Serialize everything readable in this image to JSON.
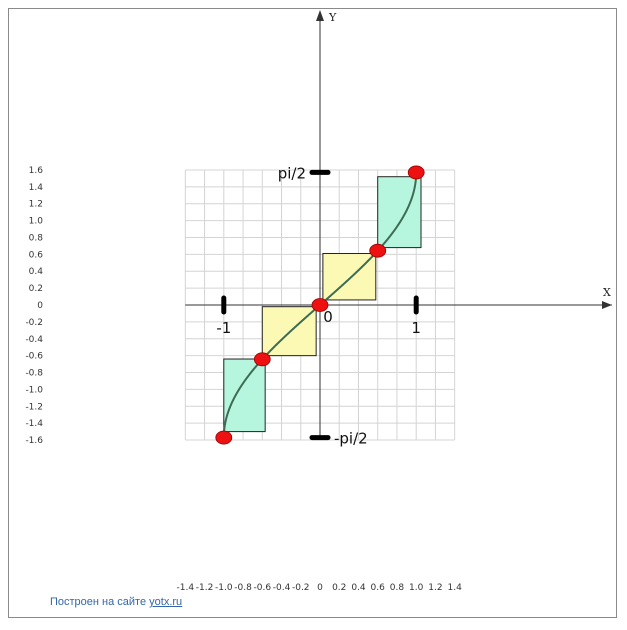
{
  "credit": {
    "text": "Построен на сайте",
    "link": "yotx.ru"
  },
  "colors": {
    "grid": "#d4d4d4",
    "axis": "#333333",
    "curve": "#3d6b55",
    "teal": "#b7f6de",
    "yellow": "#fbf9b4",
    "point": "#ee1111"
  },
  "chart_data": {
    "type": "line",
    "xlabel": "X",
    "ylabel": "Y",
    "xlim": [
      -1.4,
      1.4
    ],
    "ylim": [
      -1.6,
      1.6
    ],
    "grid": true,
    "x_ticks": [
      -1.4,
      -1.2,
      -1.0,
      -0.8,
      -0.6,
      -0.4,
      -0.2,
      0,
      0.2,
      0.4,
      0.6,
      0.8,
      1.0,
      1.2,
      1.4
    ],
    "x_tick_labels": [
      "-1.4",
      "-1.2",
      "-1.0",
      "-0.8",
      "-0.6",
      "-0.4",
      "-0.2",
      "0",
      "0.2",
      "0.4",
      "0.6",
      "0.8",
      "1.0",
      "1.2",
      "1.4"
    ],
    "y_ticks": [
      1.6,
      1.4,
      1.2,
      1.0,
      0.8,
      0.6,
      0.4,
      0.2,
      0,
      -0.2,
      -0.4,
      -0.6,
      -0.8,
      -1.0,
      -1.2,
      -1.4,
      -1.6
    ],
    "y_tick_labels": [
      "1.6",
      "1.4",
      "1.2",
      "1.0",
      "0.8",
      "0.6",
      "0.4",
      "0.2",
      "0",
      "-0.2",
      "-0.4",
      "-0.6",
      "-0.8",
      "-1.0",
      "-1.2",
      "-1.4",
      "-1.6"
    ],
    "series": [
      {
        "function": "arcsin(x)",
        "domain": [
          -1,
          1
        ]
      }
    ],
    "rectangles": [
      {
        "x": [
          -1.0,
          -0.57
        ],
        "y": [
          -1.5,
          -0.64
        ],
        "color": "teal"
      },
      {
        "x": [
          -0.6,
          -0.04
        ],
        "y": [
          -0.6,
          -0.02
        ],
        "color": "yellow"
      },
      {
        "x": [
          0.03,
          0.58
        ],
        "y": [
          0.06,
          0.61
        ],
        "color": "yellow"
      },
      {
        "x": [
          0.6,
          1.05
        ],
        "y": [
          0.68,
          1.52
        ],
        "color": "teal"
      }
    ],
    "points": [
      {
        "x": -1.0,
        "y": -1.5708
      },
      {
        "x": -0.6,
        "y": -0.6435
      },
      {
        "x": 0.0,
        "y": 0.0
      },
      {
        "x": 0.6,
        "y": 0.6435
      },
      {
        "x": 1.0,
        "y": 1.5708
      }
    ],
    "annotations": [
      {
        "text": "pi/2",
        "x": 0,
        "y": 1.5708,
        "side": "left"
      },
      {
        "text": "-pi/2",
        "x": 0,
        "y": -1.5708,
        "side": "right"
      },
      {
        "text": "-1",
        "x": -1,
        "y": 0,
        "side": "below"
      },
      {
        "text": "1",
        "x": 1,
        "y": 0,
        "side": "below"
      },
      {
        "text": "0",
        "x": 0,
        "y": 0,
        "side": "below-right"
      }
    ]
  }
}
